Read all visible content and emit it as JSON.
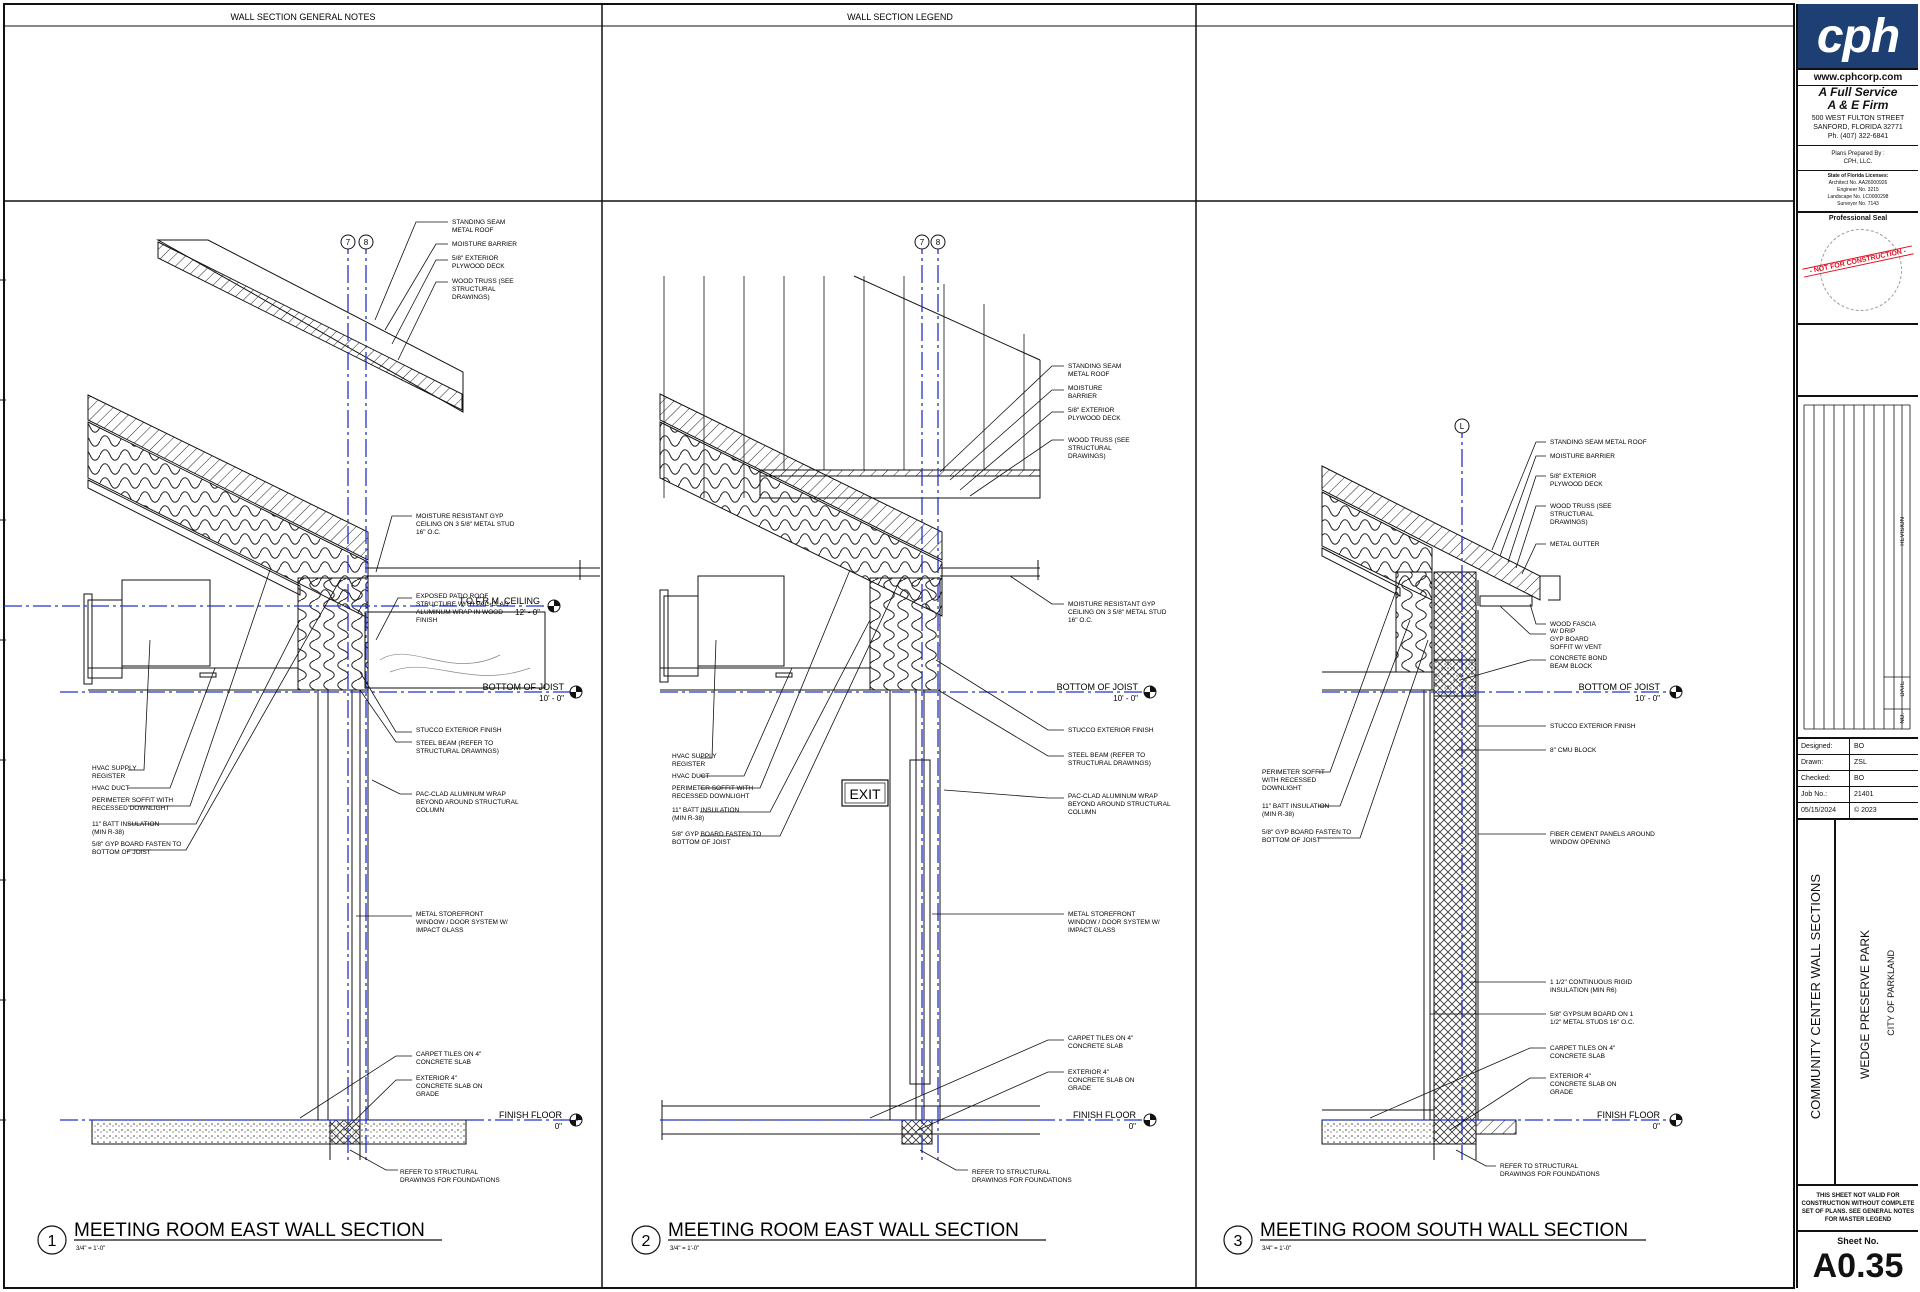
{
  "panels": {
    "top_left_header": "WALL SECTION GENERAL NOTES",
    "top_mid_header": "WALL SECTION LEGEND"
  },
  "details": [
    {
      "number": "1",
      "title": "MEETING ROOM EAST WALL SECTION",
      "scale": "3/4\" = 1'-0\"",
      "grid_a": "7",
      "grid_b": "8",
      "notes_right": [
        "STANDING SEAM",
        "METAL ROOF",
        "MOISTURE BARRIER",
        "5/8\" EXTERIOR",
        "PLYWOOD DECK",
        "WOOD TRUSS (SEE",
        "STRUCTURAL",
        "DRAWINGS)"
      ],
      "notes_gyp": [
        "MOISTURE RESISTANT GYP",
        "CEILING ON 3 5/8\" METAL STUD",
        "16\" O.C."
      ],
      "notes_patio": [
        "EXPOSED PATIO ROOF",
        "STRUCTURE WITH PAC-CLAD",
        "ALUMINUM WRAP IN WOOD",
        "FINISH"
      ],
      "notes_stucco": "STUCCO EXTERIOR FINISH",
      "notes_beam": [
        "STEEL BEAM (REFER TO",
        "STRUCTURAL DRAWINGS)"
      ],
      "notes_pac": [
        "PAC-CLAD ALUMINUM WRAP",
        "BEYOND AROUND STRUCTURAL",
        "COLUMN"
      ],
      "notes_store": [
        "METAL STOREFRONT",
        "WINDOW / DOOR SYSTEM W/",
        "IMPACT GLASS"
      ],
      "notes_carpet": [
        "CARPET TILES ON 4\"",
        "CONCRETE SLAB"
      ],
      "notes_ext": [
        "EXTERIOR 4\"",
        "CONCRETE SLAB ON",
        "GRADE"
      ],
      "notes_found": [
        "REFER TO STRUCTURAL",
        "DRAWINGS FOR FOUNDATIONS"
      ],
      "notes_left": [
        "HVAC SUPPLY",
        "REGISTER",
        "HVAC DUCT",
        "PERIMETER SOFFIT WITH",
        "RECESSED DOWNLIGHT",
        "11\" BATT INSULATION",
        "(MIN R-38)",
        "5/8\" GYP BOARD FASTEN TO",
        "BOTTOM OF JOIST"
      ],
      "lvl_ceiling": "T.O.F.R.M. CEILING",
      "lvl_ceiling_v": "12' - 0\"",
      "lvl_joist": "BOTTOM OF JOIST",
      "lvl_joist_v": "10' - 0\"",
      "lvl_floor": "FINISH FLOOR",
      "lvl_floor_v": "0\""
    },
    {
      "number": "2",
      "title": "MEETING ROOM EAST WALL SECTION",
      "scale": "3/4\" = 1'-0\"",
      "grid_a": "7",
      "grid_b": "8",
      "exit": "EXIT",
      "notes_right": [
        "STANDING SEAM",
        "METAL ROOF",
        "MOISTURE",
        "BARRIER",
        "5/8\" EXTERIOR",
        "PLYWOOD DECK",
        "WOOD TRUSS (SEE",
        "STRUCTURAL",
        "DRAWINGS)"
      ],
      "notes_gyp": [
        "MOISTURE RESISTANT GYP",
        "CEILING ON 3 5/8\" METAL STUD",
        "16\" O.C."
      ],
      "notes_stucco": "STUCCO EXTERIOR FINISH",
      "notes_beam": [
        "STEEL BEAM (REFER TO",
        "STRUCTURAL DRAWINGS)"
      ],
      "notes_pac": [
        "PAC-CLAD ALUMINUM WRAP",
        "BEYOND AROUND STRUCTURAL",
        "COLUMN"
      ],
      "notes_store": [
        "METAL STOREFRONT",
        "WINDOW / DOOR SYSTEM W/",
        "IMPACT GLASS"
      ],
      "notes_carpet": [
        "CARPET TILES ON 4\"",
        "CONCRETE SLAB"
      ],
      "notes_ext": [
        "EXTERIOR 4\"",
        "CONCRETE SLAB ON",
        "GRADE"
      ],
      "notes_found": [
        "REFER TO STRUCTURAL",
        "DRAWINGS FOR FOUNDATIONS"
      ],
      "notes_left": [
        "HVAC SUPPLY",
        "REGISTER",
        "HVAC DUCT",
        "PERIMETER SOFFIT WITH",
        "RECESSED DOWNLIGHT",
        "11\" BATT INSULATION",
        "(MIN R-38)",
        "5/8\" GYP BOARD FASTEN TO",
        "BOTTOM OF JOIST"
      ],
      "lvl_joist": "BOTTOM OF JOIST",
      "lvl_joist_v": "10' - 0\"",
      "lvl_floor": "FINISH FLOOR",
      "lvl_floor_v": "0\""
    },
    {
      "number": "3",
      "title": "MEETING ROOM SOUTH WALL SECTION",
      "scale": "3/4\" = 1'-0\"",
      "grid_a": "L",
      "notes_right": [
        "STANDING SEAM METAL ROOF",
        "MOISTURE BARRIER",
        "5/8\" EXTERIOR",
        "PLYWOOD DECK",
        "WOOD TRUSS (SEE",
        "STRUCTURAL",
        "DRAWINGS)",
        "METAL GUTTER"
      ],
      "notes_fascia": [
        "WOOD FASCIA",
        "W/ DRIP",
        "GYP BOARD",
        "SOFFIT W/ VENT",
        "CONCRETE BOND",
        "BEAM BLOCK"
      ],
      "notes_stucco": "STUCCO EXTERIOR FINISH",
      "notes_cmu": "8\" CMU BLOCK",
      "notes_fiber": [
        "FIBER CEMENT PANELS AROUND",
        "WINDOW OPENING"
      ],
      "notes_rigid": [
        "1 1/2\" CONTINUOUS RIGID",
        "INSULATION (MIN R6)"
      ],
      "notes_gyp2": [
        "5/8\" GYPSUM BOARD ON 1",
        "1/2\" METAL STUDS 16\" O.C."
      ],
      "notes_carpet": [
        "CARPET TILES ON 4\"",
        "CONCRETE SLAB"
      ],
      "notes_ext": [
        "EXTERIOR 4\"",
        "CONCRETE SLAB ON",
        "GRADE"
      ],
      "notes_found": [
        "REFER TO STRUCTURAL",
        "DRAWINGS FOR FOUNDATIONS"
      ],
      "notes_left": [
        "PERIMETER SOFFIT",
        "WITH RECESSED",
        "DOWNLIGHT",
        "11\" BATT INSULATION",
        "(MIN R-38)",
        "5/8\" GYP BOARD FASTEN TO",
        "BOTTOM OF JOIST"
      ],
      "lvl_joist": "BOTTOM OF JOIST",
      "lvl_joist_v": "10' - 0\"",
      "lvl_floor": "FINISH FLOOR",
      "lvl_floor_v": "0\""
    }
  ],
  "titleblock": {
    "logo": "cph",
    "website": "www.cphcorp.com",
    "tagline1": "A Full Service",
    "tagline2": "A & E Firm",
    "addr1": "500 WEST FULTON STREET",
    "addr2": "SANFORD, FLORIDA 32771",
    "addr3": "Ph. (407) 322-6841",
    "prep1": "Plans Prepared By :",
    "prep2": "CPH, LLC.",
    "lic1": "State of Florida Licenses:",
    "lic2": "Architect No. AA26000926",
    "lic3": "Engineer No. 3215",
    "lic4": "Landscape No. LC0000298",
    "lic5": "Surveyor No. 7143",
    "seal_title": "Professional Seal",
    "seal_stamp": "- NOT FOR CONSTRUCTION -",
    "rev_label": "REVISION",
    "date_label": "DATE",
    "no_label": "NO.",
    "designed_k": "Designed:",
    "designed_v": "BO",
    "drawn_k": "Drawn:",
    "drawn_v": "ZSL",
    "checked_k": "Checked:",
    "checked_v": "BO",
    "job_k": "Job No.:",
    "job_v": "21401",
    "date_k": "05/15/2024",
    "date_v": "© 2023",
    "sheet_title": "COMMUNITY CENTER WALL SECTIONS",
    "project": "WEDGE PRESERVE PARK",
    "client": "CITY OF PARKLAND",
    "note1": "THIS SHEET NOT VALID FOR",
    "note2": "CONSTRUCTION WITHOUT COMPLETE",
    "note3": "SET OF PLANS. SEE GENERAL NOTES",
    "note4": "FOR MASTER LEGEND",
    "sheet_label": "Sheet No.",
    "sheet_no": "A0.35"
  }
}
